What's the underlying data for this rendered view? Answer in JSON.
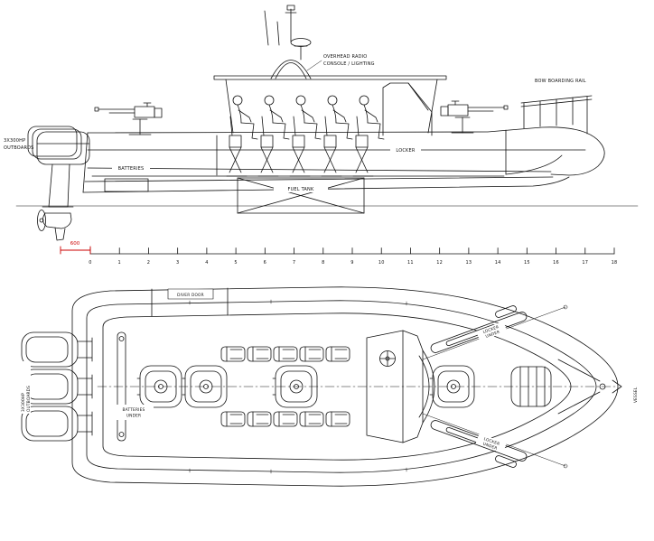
{
  "drawing": {
    "side_view": {
      "overhead_label_line1": "OVERHEAD RADIO",
      "overhead_label_line2": "CONSOLE / LIGHTING",
      "bow_rail_label": "BOW BOARDING RAIL",
      "outboards_label_line1": "3X300HP",
      "outboards_label_line2": "OUTBOARDS",
      "batteries_label": "BATTERIES",
      "locker_label": "LOCKER",
      "fuel_tank_label": "FUEL TANK"
    },
    "scale_bar": {
      "dimension_label": "600",
      "marks": [
        "0",
        "1",
        "2",
        "3",
        "4",
        "5",
        "6",
        "7",
        "8",
        "9",
        "10",
        "11",
        "12",
        "13",
        "14",
        "15",
        "16",
        "17",
        "18"
      ]
    },
    "plan_view": {
      "diver_door_label": "DIVER DOOR",
      "batteries_label_line1": "BATTERIES",
      "batteries_label_line2": "UNDER",
      "locker_port_label_line1": "LOCKER",
      "locker_port_label_line2": "UNDER",
      "locker_stbd_label_line1": "LOCKER",
      "locker_stbd_label_line2": "UNDER",
      "outboards_label_line1": "3X300HP",
      "outboards_label_line2": "OUTBOARDS",
      "vessel_label": "VESSEL"
    },
    "colors": {
      "line": "#111111",
      "dimension": "#cc0000",
      "background": "#ffffff"
    }
  }
}
